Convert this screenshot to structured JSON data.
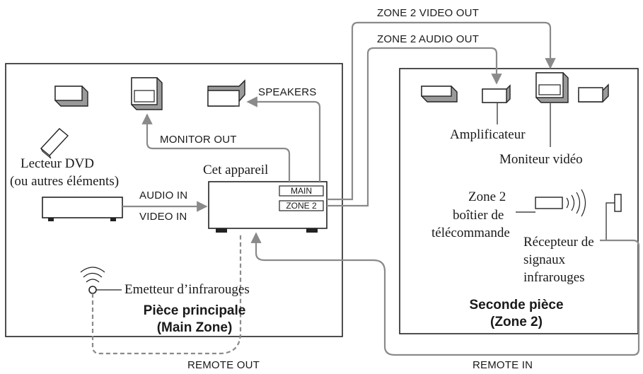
{
  "main_room": {
    "title_line1": "Pièce principale",
    "title_line2": "(Main Zone)"
  },
  "second_room": {
    "title_line1": "Seconde pièce",
    "title_line2": "(Zone 2)"
  },
  "devices": {
    "this_unit": "Cet appareil",
    "dvd_line1": "Lecteur DVD",
    "dvd_line2": "(ou autres éléments)",
    "ir_emitter": "Emetteur d’infrarouges",
    "amplifier": "Amplificateur",
    "video_monitor": "Moniteur vidéo",
    "remote_line1": "Zone 2",
    "remote_line2": "boîtier de",
    "remote_line3": "télécommande",
    "ir_receiver_line1": "Récepteur de",
    "ir_receiver_line2": "signaux",
    "ir_receiver_line3": "infrarouges"
  },
  "unit_outputs": {
    "main": "MAIN",
    "zone2": "ZONE 2"
  },
  "connections": {
    "zone2_video_out": "ZONE 2 VIDEO OUT",
    "zone2_audio_out": "ZONE 2 AUDIO OUT",
    "speakers": "SPEAKERS",
    "monitor_out": "MONITOR OUT",
    "audio_in": "AUDIO IN",
    "video_in": "VIDEO IN",
    "remote_out": "REMOTE OUT",
    "remote_in": "REMOTE IN"
  },
  "colors": {
    "line": "#222222",
    "cable": "#8a8a8a",
    "speaker_side": "#9a9a9a",
    "background": "#ffffff"
  }
}
